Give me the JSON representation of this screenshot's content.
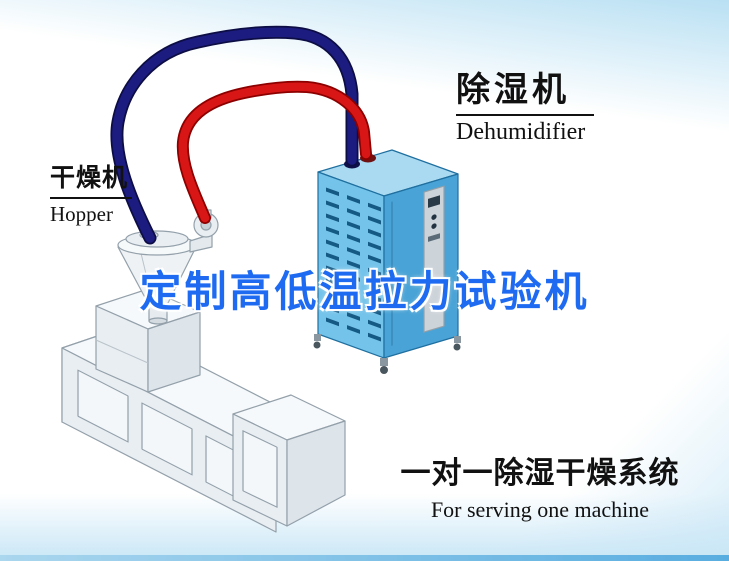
{
  "labels": {
    "dehumidifier": {
      "cn": "除湿机",
      "en": "Dehumidifier"
    },
    "hopper": {
      "cn": "干燥机",
      "en": "Hopper"
    },
    "watermark": {
      "text": "定制高低温拉力试验机"
    },
    "system": {
      "cn": "一对一除湿干燥系统",
      "en": "For serving one machine"
    }
  },
  "colors": {
    "watermark_blue": "#1e6bf2",
    "pipe_red": "#d81616",
    "pipe_red_dark": "#8c0000",
    "pipe_navy": "#1c1c80",
    "pipe_navy_dark": "#0d0d45",
    "cabinet_front": "#74c3ea",
    "cabinet_side": "#49a3d6",
    "cabinet_top": "#a9daf2",
    "cabinet_outline": "#1f6f9f",
    "machine_outline": "#93a0aa",
    "label_text": "#111111"
  },
  "illustration": {
    "parts": [
      "extruder-machine",
      "hopper-dryer",
      "dehumidifier-cabinet",
      "red-hose",
      "navy-hose"
    ]
  }
}
